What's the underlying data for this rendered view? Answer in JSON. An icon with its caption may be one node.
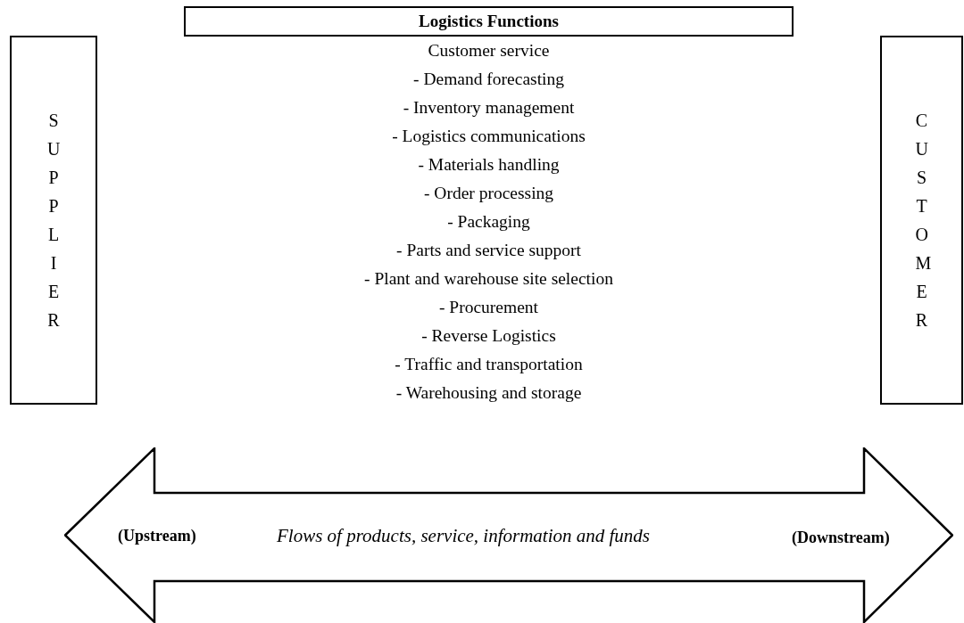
{
  "diagram": {
    "nodes": [
      {
        "text": [
          "SUPPLIER"
        ]
      },
      {
        "text": [
          "Logistics Functions"
        ]
      },
      {
        "text": [
          "CUSTOMER"
        ]
      },
      {
        "text": [
          "(Upstream)",
          "Flows of products, service, information and funds",
          "(Downstream)"
        ]
      }
    ],
    "labels": [
      "Customer service",
      "- Demand forecasting",
      "- Inventory management",
      "- Logistics communications",
      "- Materials handling",
      "- Order processing",
      "- Packaging",
      "- Parts and service support",
      "- Plant and warehouse site selection",
      "- Procurement",
      "- Reverse Logistics",
      "- Traffic and transportation",
      "- Warehousing and storage"
    ]
  }
}
